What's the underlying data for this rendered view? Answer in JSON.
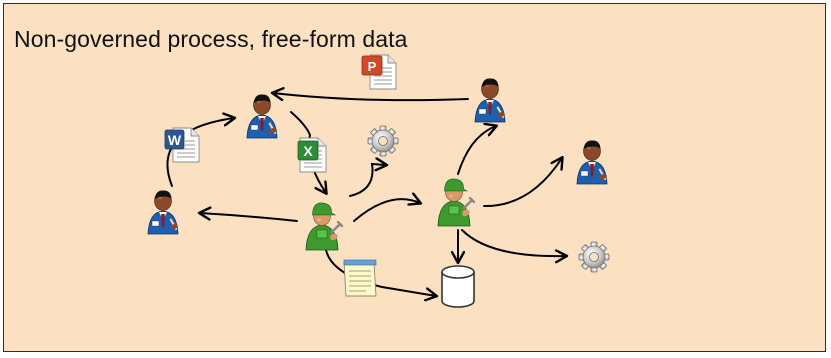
{
  "title": "Non-governed process, free-form data",
  "palette": {
    "panel_background": "#fbe1c2",
    "panel_border": "#1f2a6b",
    "arrow": "#000000",
    "business_user_shirt": "#1d5fb0",
    "developer_outfit": "#3e9a2f",
    "word_icon": "#2b5797",
    "excel_icon": "#2e8b3a",
    "powerpoint_icon": "#d04a2a"
  },
  "nodes": [
    {
      "name": "business-user-icon",
      "role": "business user"
    },
    {
      "name": "business-user-icon",
      "role": "business user"
    },
    {
      "name": "business-user-icon",
      "role": "business user"
    },
    {
      "name": "business-user-icon",
      "role": "business user"
    },
    {
      "name": "developer-icon",
      "role": "developer"
    },
    {
      "name": "developer-icon",
      "role": "developer"
    },
    {
      "name": "gear-icon",
      "role": "process"
    },
    {
      "name": "gear-icon",
      "role": "process"
    },
    {
      "name": "word-document-icon",
      "role": "document"
    },
    {
      "name": "excel-document-icon",
      "role": "spreadsheet"
    },
    {
      "name": "powerpoint-document-icon",
      "role": "presentation"
    },
    {
      "name": "notes-document-icon",
      "role": "notes"
    },
    {
      "name": "database-icon",
      "role": "database"
    }
  ]
}
